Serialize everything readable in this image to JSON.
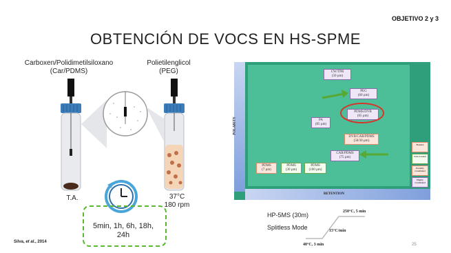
{
  "slide": {
    "objective": "OBJETIVO 2 y 3",
    "title": "OBTENCIÓN DE VOCS EN HS-SPME",
    "left_fiber": {
      "line1": "Carboxen/Polidimetilsiloxano",
      "line2": "(Car/PDMS)"
    },
    "right_fiber": {
      "line1": "Polietilenglicol",
      "line2": "(PEG)"
    },
    "left_condition": "T.A.",
    "right_condition": {
      "temp": "37°C",
      "speed": "180 rpm"
    },
    "times": {
      "line1": "5min, 1h, 6h, 18h,",
      "line2": "24h"
    },
    "citation": "Silva, et al., 2014",
    "citation_prefix": "Silva, ",
    "citation_italic": "et al.",
    "citation_suffix": ", 2014",
    "page_number": "25",
    "gc": {
      "column": "HP-5MS (30m)",
      "mode": "Splitless Mode",
      "temp_final": "250°C, 5 min",
      "ramp": "15°C/min",
      "temp_initial": "40°C, 3 min"
    }
  },
  "fiber_chart": {
    "y_axis_label": "POLARITY",
    "x_axis_label": "RETENTION",
    "boxes": [
      {
        "name": "CW/TPR",
        "thickness": "(50 µm)"
      },
      {
        "name": "PEG",
        "thickness": "(60 µm)"
      },
      {
        "name": "PDMS/DVB",
        "thickness": "(65 µm)"
      },
      {
        "name": "PA",
        "thickness": "(85 µm)"
      },
      {
        "name": "DVB/CAR/PDMS",
        "thickness": "(50/30 µm)"
      },
      {
        "name": "CAR/PDMS",
        "thickness": "(75 µm)"
      },
      {
        "name": "PDMS",
        "thickness": "(7 µm)"
      },
      {
        "name": "PDMS",
        "thickness": "(30 µm)"
      },
      {
        "name": "PDMS",
        "thickness": "(100 µm)"
      }
    ],
    "legend": [
      "Bonded",
      "Non-bonded",
      "Partially crosslinked",
      "Highly crosslinked"
    ],
    "colors": {
      "frame": "#2f9e7a",
      "plot_bg": "#3fb58f",
      "axis_bar": "#9db7e6",
      "arrow": "#58a832",
      "highlight": "#d9342b"
    }
  }
}
